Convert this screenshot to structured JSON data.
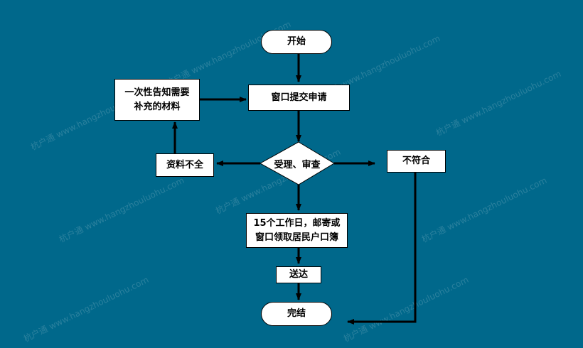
{
  "nodes": {
    "start": "开始",
    "submit": "窗口提交申请",
    "notify": [
      "一次性告知需要",
      "补充的材料"
    ],
    "review": "受理、审查",
    "incomplete": "资料不全",
    "nonconform": "不符合",
    "issue": [
      "15个工作日，邮寄或",
      "窗口领取居民户口簿"
    ],
    "deliver": "送达",
    "end": "完结"
  },
  "watermark": "杭户通 www.hangzhouluohu.com",
  "colors": {
    "background": "#00688B",
    "box": "#FFFFFF",
    "line": "#000000"
  }
}
